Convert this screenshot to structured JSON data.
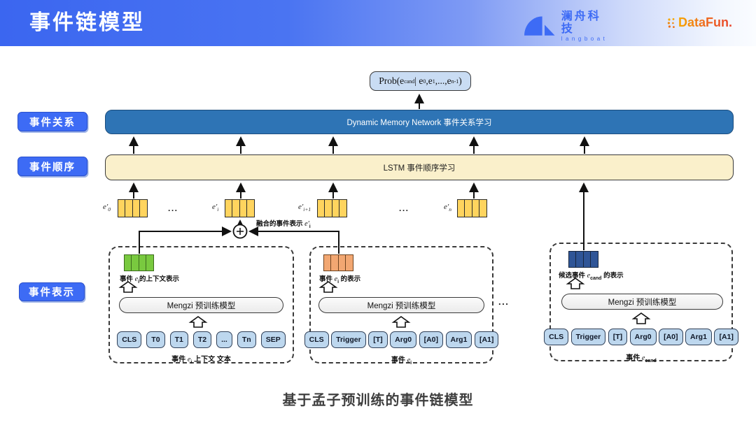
{
  "header": {
    "title": "事件链模型",
    "langboat_name": "澜舟科技",
    "langboat_sub": "langboat",
    "datafun": "DataFun."
  },
  "side_labels": {
    "relation": "事件关系",
    "order": "事件顺序",
    "representation": "事件表示"
  },
  "colors": {
    "accent_blue": "#3d6bf5",
    "dmn_bar": "#2e74b5",
    "lstm_bar": "#faf0cb",
    "vector_cell": "#ffd45e",
    "context_cell": "#79c93f",
    "event_cell": "#f2a772",
    "candidate_cell": "#2f5597",
    "token_fill": "#bdd7ee"
  },
  "diagram": {
    "prob": {
      "p0": "Prob(e",
      "s0": "cand",
      "p1": " | e",
      "s1": "0",
      "p2": ",e",
      "s2": "1",
      "p3": ",...,e",
      "s3": "n-1",
      "p4": ")"
    },
    "dmn_label": "Dynamic Memory Network 事件关系学习",
    "lstm_label": "LSTM 事件顺序学习",
    "fused_label": {
      "text": "融合的事件表示 ",
      "base": "e'",
      "sub": "i"
    },
    "vectors": [
      {
        "base": "e'",
        "sub": "0"
      },
      {
        "base": "e'",
        "sub": "i"
      },
      {
        "base": "e'",
        "sub": "i+1"
      },
      {
        "base": "e'",
        "sub": "n"
      }
    ],
    "ellipsis": "...",
    "boxes": [
      {
        "repr_pre": "事件 ",
        "repr_base": "e",
        "repr_sub": "i",
        "repr_post": "的上下文表示",
        "model": "Mengzi 预训练模型",
        "tokens": [
          "CLS",
          "T0",
          "T1",
          "T2",
          "...",
          "Tn",
          "SEP"
        ],
        "cap_pre": "事件 ",
        "cap_base": "e",
        "cap_sub": "i",
        "cap_post": " 上下文 文本"
      },
      {
        "repr_pre": "事件 ",
        "repr_base": "e",
        "repr_sub": "i",
        "repr_post": " 的表示",
        "model": "Mengzi 预训练模型",
        "tokens": [
          "CLS",
          "Trigger",
          "[T]",
          "Arg0",
          "[A0]",
          "Arg1",
          "[A1]"
        ],
        "cap_pre": "事件 ",
        "cap_base": "e",
        "cap_sub": "i",
        "cap_post": ""
      },
      {
        "repr_pre": "候选事件 ",
        "repr_base": "e",
        "repr_sub": "cand",
        "repr_post": " 的表示",
        "model": "Mengzi 预训练模型",
        "tokens": [
          "CLS",
          "Trigger",
          "[T]",
          "Arg0",
          "[A0]",
          "Arg1",
          "[A1]"
        ],
        "cap_pre": "事件 ",
        "cap_base": "e",
        "cap_sub": "cand",
        "cap_post": ""
      }
    ],
    "caption": "基于孟子预训练的事件链模型"
  }
}
